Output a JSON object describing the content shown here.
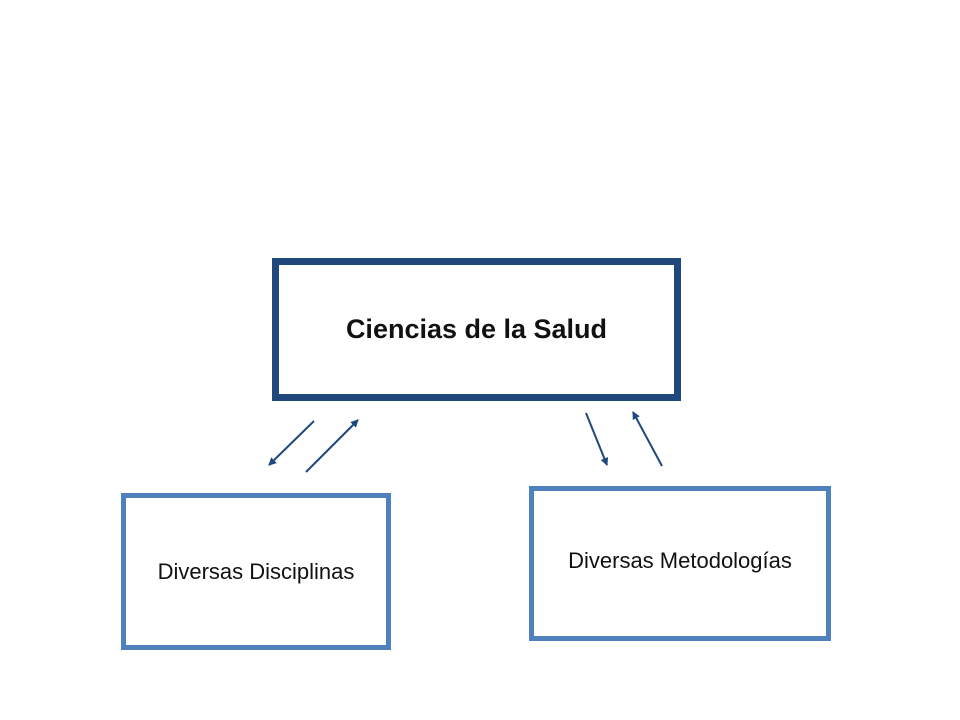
{
  "diagram": {
    "main_label": "Ciencias de la Salud",
    "left_label": "Diversas Disciplinas",
    "right_label": "Diversas Metodologías"
  },
  "colors": {
    "main_border": "#1f497d",
    "child_border": "#4f81bd",
    "arrow": "#1f497d"
  }
}
